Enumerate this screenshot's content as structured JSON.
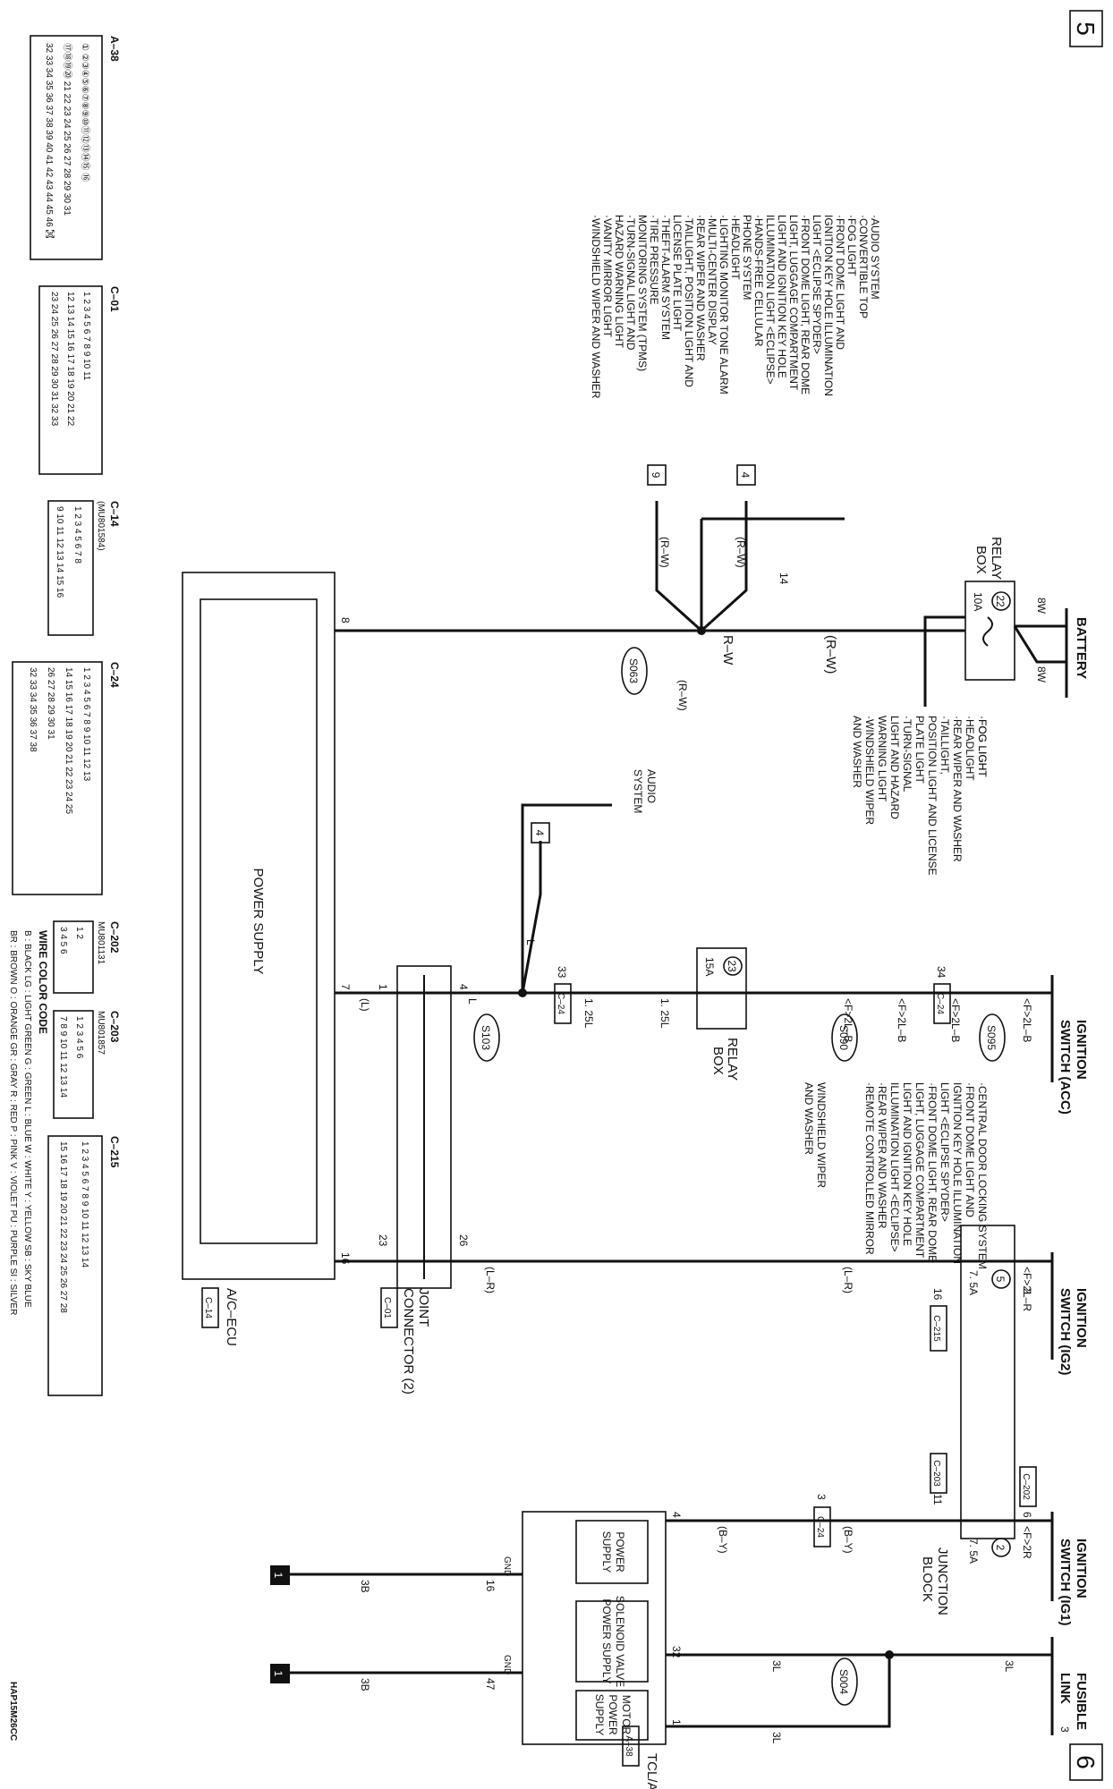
{
  "page_markers": {
    "start": "5",
    "end": "6"
  },
  "power_sources": {
    "battery": "BATTERY",
    "ign_acc": [
      "IGNITION",
      "SWITCH (ACC)"
    ],
    "ign_ig2": [
      "IGNITION",
      "SWITCH (IG2)"
    ],
    "ign_ig1": [
      "IGNITION",
      "SWITCH (IG1)"
    ],
    "fusible": [
      "FUSIBLE",
      "LINK"
    ],
    "fusible_num": "3"
  },
  "wires": {
    "w_8w_a": "8W",
    "w_8w_b": "8W",
    "f2l_b_1": "<F>2L–B",
    "f2l_b_2": "<F>2L–B",
    "f2l_b_3": "<F>2L–B",
    "f2l_b_4": "<F>2L–B",
    "f2l_r": "<F>2L–R",
    "f2r": "<F>2R",
    "rw_1": "(R–W)",
    "rw_2": "R–W",
    "rw_3": "(R–W)",
    "rw_4": "(R–W)",
    "rw_5": "(R–W)",
    "l_125_1": "1. 25L",
    "l_125_2": "1. 25L",
    "l_1": "L",
    "l_2": "L",
    "l_paren": "(L)",
    "lr_1": "(L–R)",
    "lr_2": "(L–R)",
    "by_1": "(B–Y)",
    "by_2": "(B–Y)",
    "l3_1": "3L",
    "l3_2": "3L",
    "l3_3": "3L",
    "b3_1": "3B",
    "b3_2": "3B"
  },
  "fuses": {
    "f22": {
      "num": "22",
      "amp": "10A"
    },
    "f23": {
      "num": "23",
      "amp": "15A"
    },
    "f5": {
      "num": "5",
      "amp": "7. 5A"
    },
    "f2": {
      "num": "2",
      "amp": "7. 5A"
    }
  },
  "blocks": {
    "relay_box": [
      "RELAY",
      "BOX"
    ],
    "junction_block": [
      "JUNCTION",
      "BLOCK"
    ],
    "joint_connector": [
      "JOINT",
      "CONNECTOR (2)"
    ],
    "joint_connector_id": "C–01",
    "ac_ecu": "A/C–ECU",
    "ac_ecu_id": "C–14",
    "power_supply": "POWER SUPPLY",
    "tcl_ecu": "TCL/ASC–ECU",
    "tcl_ecu_id": "A–38",
    "tcl_inner": [
      [
        "POWER",
        "SUPPLY"
      ],
      [
        "SOLENOID VALVE",
        "POWER SUPPLY"
      ],
      [
        "MOTOR",
        "POWER",
        "SUPPLY"
      ]
    ],
    "gnd": "GND"
  },
  "splices": [
    "S063",
    "S103",
    "S090",
    "S095",
    "S004"
  ],
  "connectors": {
    "c24a": "C–24",
    "c24b": "C–24",
    "c24c": "C–24",
    "c215": "C–215",
    "c203": "C–203",
    "c202": "C–202"
  },
  "pins": {
    "p14": "14",
    "p33": "33",
    "p34": "34",
    "p8": "8",
    "p7": "7",
    "p1": "1",
    "p4": "4",
    "p16": "16",
    "p23": "23",
    "p26": "26",
    "p16b": "16",
    "p2": "2",
    "p11": "11",
    "p6": "6",
    "p3": "3",
    "p4t": "4",
    "p32": "32",
    "p1t": "1",
    "p16g": "16",
    "p47": "47"
  },
  "refs": {
    "r4a": "4",
    "r9": "9",
    "r4b": "4",
    "g1a": "1",
    "g1b": "1"
  },
  "destinations": {
    "relay_out": [
      "·FOG LIGHT",
      "·HEADLIGHT",
      "·REAR WIPER AND WASHER",
      "·TAILLIGHT,",
      " POSITION LIGHT AND LICENSE",
      " PLATE LIGHT",
      "·TURN-SIGNAL",
      " LIGHT AND HAZARD",
      " WARNING LIGHT",
      "·WINDSHIELD WIPER",
      " AND WASHER"
    ],
    "rw_up": [
      "·AUDIO SYSTEM",
      "·CONVERTIBLE TOP",
      "·FOG LIGHT",
      "·FRONT DOME LIGHT AND",
      " IGNITION KEY HOLE ILLUMINATION",
      " LIGHT <ECLIPSE SPYDER>",
      "·FRONT DOME LIGHT, REAR DOME",
      " LIGHT, LUGGAGE COMPARTMENT",
      " LIGHT AND IGNITION KEY HOLE",
      " ILLUMINATION LIGHT <ECLIPSE>",
      "·HANDS-FREE CELLULAR",
      " PHONE SYSTEM",
      "·HEADLIGHT",
      "·LIGHTING MONITOR TONE ALARM",
      "·MULTI-CENTER DISPLAY",
      "·REAR WIPER AND WASHER",
      "·TAILLIGHT, POSITION LIGHT AND",
      " LICENSE PLATE LIGHT",
      "·THEFT-ALARM SYSTEM",
      "·TIRE PRESSURE",
      " MONITORING SYSTEM (TPMS)",
      "·TURN-SIGNAL LIGHT AND",
      " HAZARD WARNING LIGHT",
      "·VANITY MIRROR LIGHT",
      "·WINDSHIELD WIPER AND WASHER"
    ],
    "acc_up": [
      "·CENTRAL DOOR LOCKING SYSTEM",
      "·FRONT DOME LIGHT AND",
      " IGNITION KEY HOLE ILLUMINATION",
      " LIGHT <ECLIPSE SPYDER>",
      "·FRONT DOME LIGHT, REAR DOME",
      " LIGHT, LUGGAGE COMPARTMENT",
      " LIGHT AND IGNITION KEY HOLE",
      " ILLUMINATION LIGHT <ECLIPSE>",
      "·REAR WIPER AND WASHER",
      "·REMOTE CONTROLLED MIRROR"
    ],
    "wiper_up": [
      "WINDSHIELD WIPER",
      "AND WASHER"
    ],
    "audio_up": [
      "AUDIO",
      "SYSTEM"
    ]
  },
  "connector_views": {
    "a38": {
      "id": "A–38",
      "rows": [
        "① ②③④⑤⑥⑦⑧⑨⑩⑪⑫⑬⑭⑮ ⑯",
        "⑰⑱⑲⑳ 21 22 23 24 25 26 27 28 29 30 31",
        "32 33 34 35 36 37 38 39 40 41 42 43 44 45 46 ㉊"
      ]
    },
    "c01": {
      "id": "C–01",
      "rows": [
        "1 2 3 4 5 6 7 8 9 10 11",
        "12 13 14 15 16 17 18 19 20 21 22",
        "23 24 25 26 27 28 29 30 31 32 33"
      ]
    },
    "c14": {
      "id": "C–14",
      "part": "(MU801584)",
      "rows": [
        "1 2 3 4 5 6 7 8",
        "9 10 11 12 13 14 15 16"
      ]
    },
    "c24": {
      "id": "C–24",
      "rows": [
        "1 2 3 4 5 6 7 8 9 10 11 12 13",
        "14 15 16 17 18 19 20 21 22 23 24 25",
        "26 27 28 29 30 31",
        "32 33 34 35 36 37 38"
      ]
    },
    "c202": {
      "id": "C–202",
      "part": "MU801131",
      "rows": [
        "1 2",
        "3 4 5 6"
      ]
    },
    "c203": {
      "id": "C–203",
      "part": "MU801857",
      "rows": [
        "1 2 3 4 5 6",
        "7 8 9 10 11 12 13 14"
      ]
    },
    "c215": {
      "id": "C–215",
      "rows": [
        "1 2 3 4 5 6 7 8 9 10 11 12 13 14",
        "15 16 17 18 19 20 21 22 23 24 25 26 27 28"
      ]
    }
  },
  "legend": {
    "title": "WIRE COLOR CODE",
    "rows": [
      "B : BLACK    LG : LIGHT GREEN    G : GREEN    L : BLUE    W : WHITE    Y : YELLOW    SB : SKY BLUE",
      "BR : BROWN    O : ORANGE    GR : GRAY    R : RED    P : PINK    V : VIOLET    PU : PURPLE    SI : SILVER"
    ]
  },
  "figure_code": "HAP15M26CC"
}
